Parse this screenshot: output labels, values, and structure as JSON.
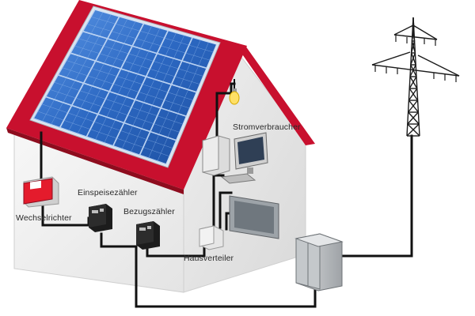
{
  "labels": {
    "inverter": "Wechselrichter",
    "feed_in_meter": "Einspeisezähler",
    "consumption_meter": "Bezugszähler",
    "consumers": "Stromverbraucher",
    "house_distributor": "Hausverteiler"
  },
  "colors": {
    "roof": "#c8102e",
    "panel": "#2f6fc8",
    "cable": "#111111",
    "wall": "#f4f4f4"
  },
  "icons": [
    "solar-panel-icon",
    "inverter-icon",
    "meter-icon",
    "computer-icon",
    "tv-icon",
    "bulb-icon",
    "grid-cabinet-icon",
    "power-pylon-icon"
  ]
}
